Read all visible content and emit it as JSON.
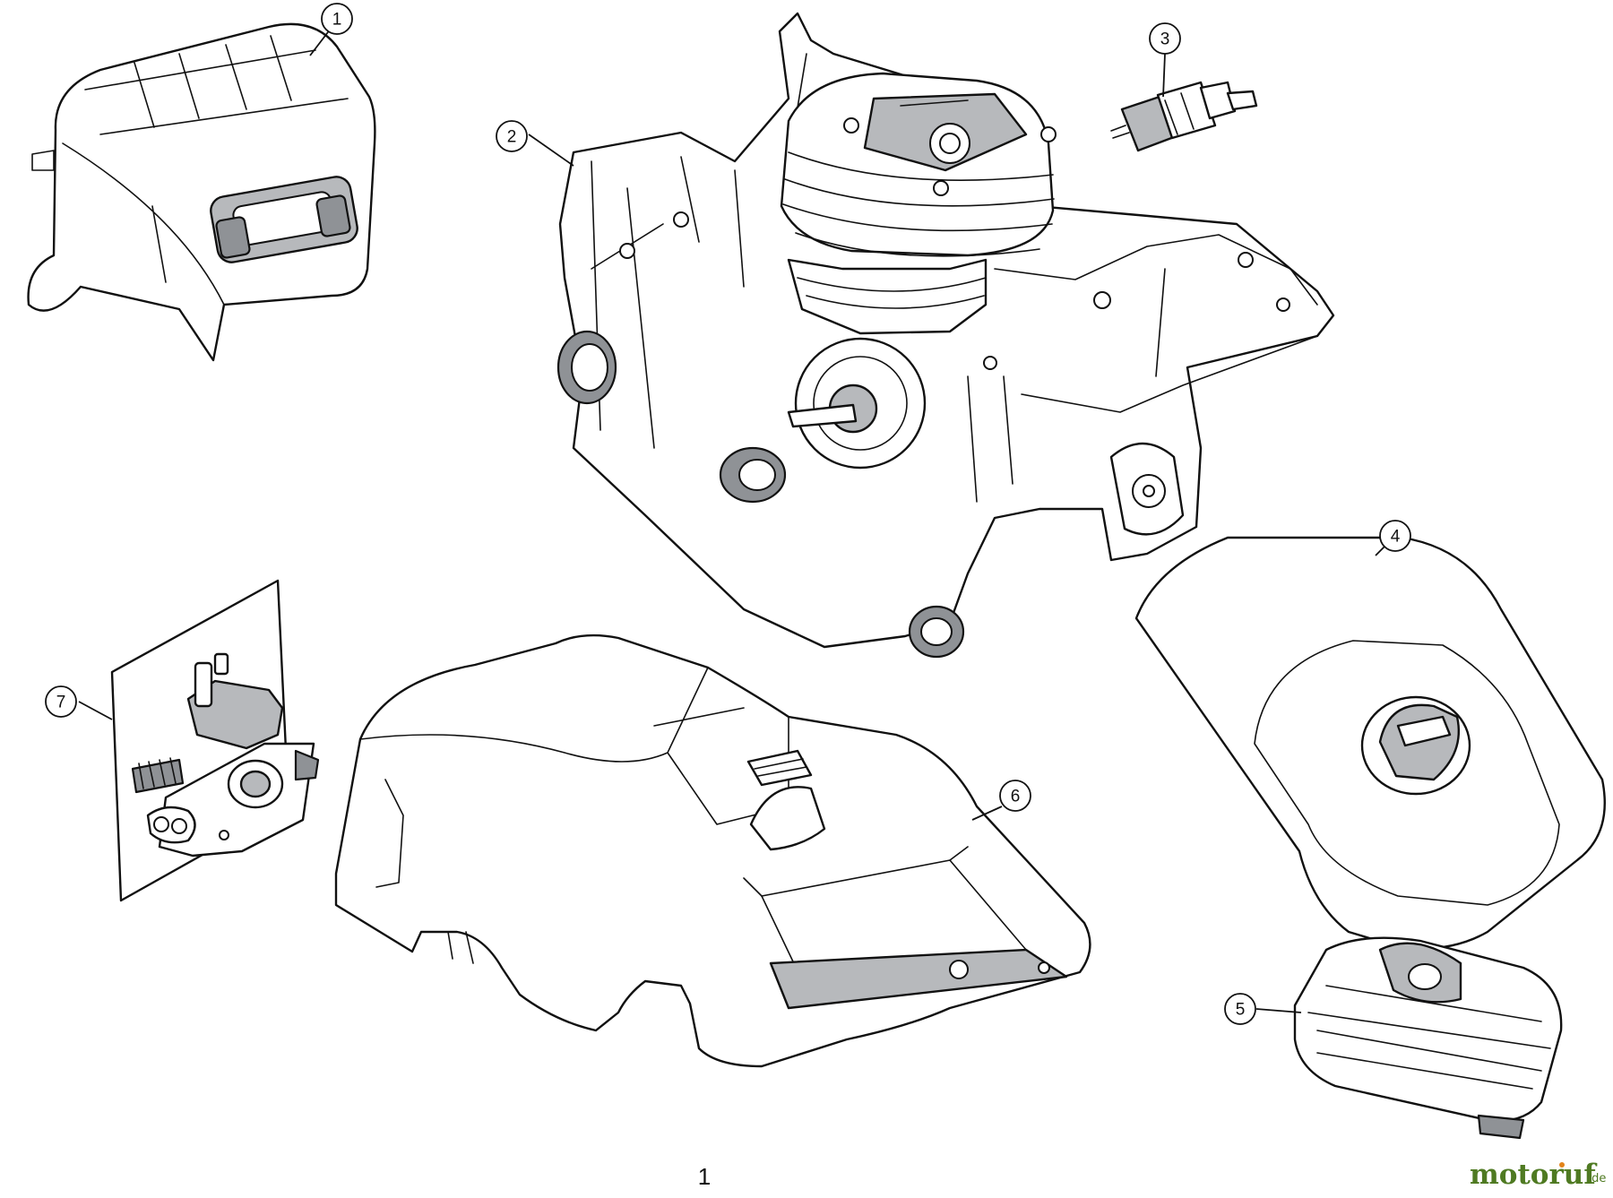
{
  "callouts": [
    {
      "label": "1"
    },
    {
      "label": "2"
    },
    {
      "label": "3"
    },
    {
      "label": "4"
    },
    {
      "label": "5"
    },
    {
      "label": "6"
    },
    {
      "label": "7"
    }
  ],
  "page_number": "1",
  "watermark": {
    "main": "motoruf",
    "suffix": ".de"
  }
}
